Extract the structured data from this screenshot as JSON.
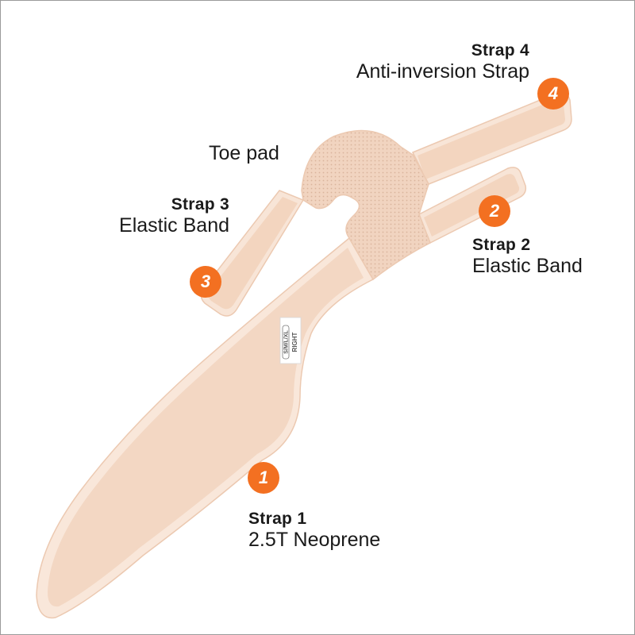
{
  "colors": {
    "badge": "#f37021",
    "neoprene": "#f3d9c6",
    "neoprene_edge": "#f8e6d8",
    "elastic": "#f4d8c4",
    "toe_pad": "#efcfb8",
    "outline": "#e8c7b0"
  },
  "straps": [
    {
      "number": "1",
      "title": "Strap 1",
      "material": "2.5T Neoprene"
    },
    {
      "number": "2",
      "title": "Strap 2",
      "material": "Elastic Band"
    },
    {
      "number": "3",
      "title": "Strap 3",
      "material": "Elastic Band"
    },
    {
      "number": "4",
      "title": "Strap 4",
      "material": "Anti-inversion Strap"
    }
  ],
  "toe_pad": {
    "label": "Toe pad"
  },
  "side_tag": {
    "text": "RIGHT",
    "small_text": "S/M/L/XL"
  }
}
